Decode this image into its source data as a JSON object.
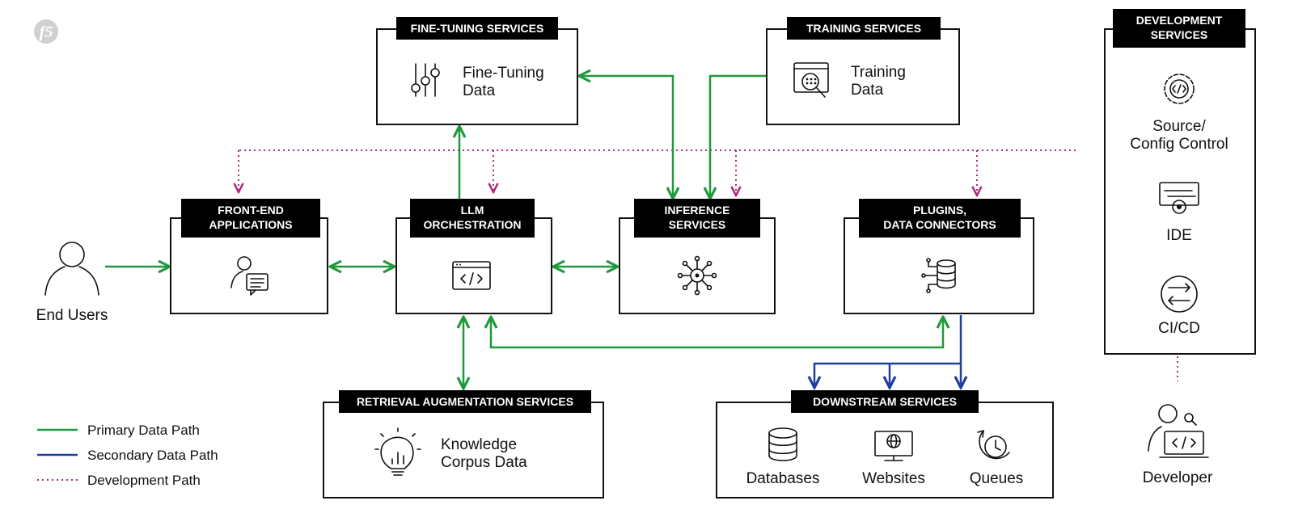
{
  "headers": {
    "fine_tuning": "FINE-TUNING SERVICES",
    "training": "TRAINING SERVICES",
    "development_1": "DEVELOPMENT",
    "development_2": "SERVICES",
    "front_end_1": "FRONT-END",
    "front_end_2": "APPLICATIONS",
    "llm_1": "LLM",
    "llm_2": "ORCHESTRATION",
    "inference_1": "INFERENCE",
    "inference_2": "SERVICES",
    "plugins_1": "PLUGINS,",
    "plugins_2": "DATA CONNECTORS",
    "retrieval": "RETRIEVAL AUGMENTATION SERVICES",
    "downstream": "DOWNSTREAM SERVICES"
  },
  "labels": {
    "fine_tuning_data_1": "Fine-Tuning",
    "fine_tuning_data_2": "Data",
    "training_data_1": "Training",
    "training_data_2": "Data",
    "source_control_1": "Source/",
    "source_control_2": "Config Control",
    "ide": "IDE",
    "cicd": "CI/CD",
    "end_users": "End Users",
    "knowledge_1": "Knowledge",
    "knowledge_2": "Corpus Data",
    "databases": "Databases",
    "websites": "Websites",
    "queues": "Queues",
    "developer": "Developer"
  },
  "legend": {
    "primary": "Primary Data Path",
    "secondary": "Secondary Data Path",
    "development": "Development Path"
  },
  "logo_text": "f5",
  "colors": {
    "primary": "#1e9a3c",
    "secondary": "#1e3fa0",
    "development": "#b0287c"
  }
}
